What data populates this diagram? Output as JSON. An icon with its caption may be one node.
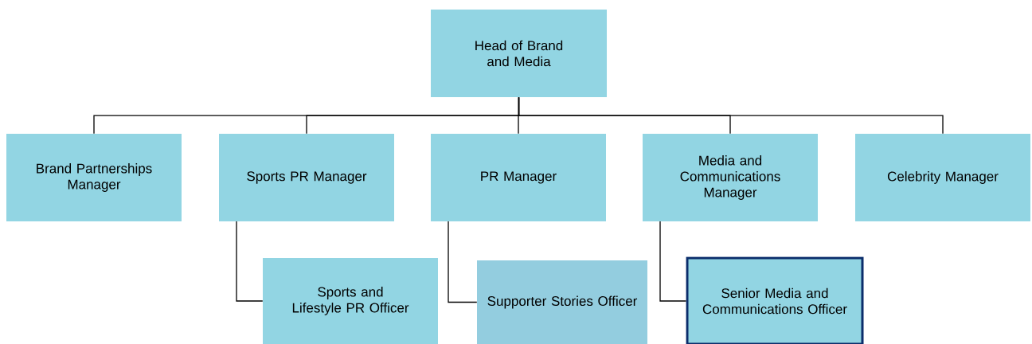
{
  "diagram": {
    "nodes": [
      {
        "text": [
          "Head of Brand and Media"
        ]
      },
      {
        "text": [
          "Brand Partnerships Manager"
        ]
      },
      {
        "text": [
          "Sports PR Manager"
        ]
      },
      {
        "text": [
          "PR Manager"
        ]
      },
      {
        "text": [
          "Media and Communications Manager"
        ]
      },
      {
        "text": [
          "Celebrity Manager"
        ]
      },
      {
        "text": [
          "Sports and Lifestyle PR Officer"
        ]
      },
      {
        "text": [
          "Supporter Stories Officer"
        ]
      },
      {
        "text": [
          "Senior Media and Communications Officer"
        ]
      }
    ],
    "edges": [
      {
        "from": 0,
        "to": 1,
        "arrow": "none"
      },
      {
        "from": 0,
        "to": 2,
        "arrow": "none"
      },
      {
        "from": 0,
        "to": 3,
        "arrow": "none"
      },
      {
        "from": 0,
        "to": 4,
        "arrow": "none"
      },
      {
        "from": 0,
        "to": 5,
        "arrow": "none"
      },
      {
        "from": 2,
        "to": 6,
        "arrow": "none"
      },
      {
        "from": 3,
        "to": 7,
        "arrow": "none"
      },
      {
        "from": 4,
        "to": 8,
        "arrow": "none"
      }
    ]
  }
}
